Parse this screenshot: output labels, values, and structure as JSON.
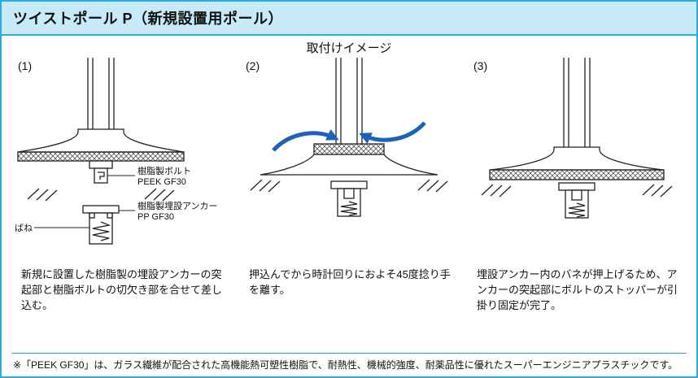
{
  "header": {
    "title": "ツイストポール P（新規設置用ポール）"
  },
  "main": {
    "title": "取付けイメージ"
  },
  "steps": [
    {
      "number": "(1)",
      "caption": "新規に設置した樹脂製の埋設アンカーの突起部と樹脂ボルトの切欠き部を合せて差し込む。"
    },
    {
      "number": "(2)",
      "caption": "押込んでから時計回りにおよそ45度捻り手を離す。"
    },
    {
      "number": "(3)",
      "caption": "埋設アンカー内のバネが押上げるため、アンカーの突起部にボルトのストッパーが引掛り固定が完了。"
    }
  ],
  "diagram1_labels": {
    "bolt_line1": "樹脂製ボルト",
    "bolt_line2": "PEEK GF30",
    "spring": "ばね",
    "anchor_line1": "樹脂製埋設アンカー",
    "anchor_line2": "PP GF30"
  },
  "footnote": "※「PEEK GF30」は、ガラス繊維が配合された高機能熱可塑性樹脂で、耐熱性、機械的強度、耐薬品性に優れたスーパーエンジニアプラスチックです。",
  "colors": {
    "border": "#29abe2",
    "header_bg": "#c8e9f8",
    "arrow": "#1c63b7",
    "line": "#222222"
  }
}
